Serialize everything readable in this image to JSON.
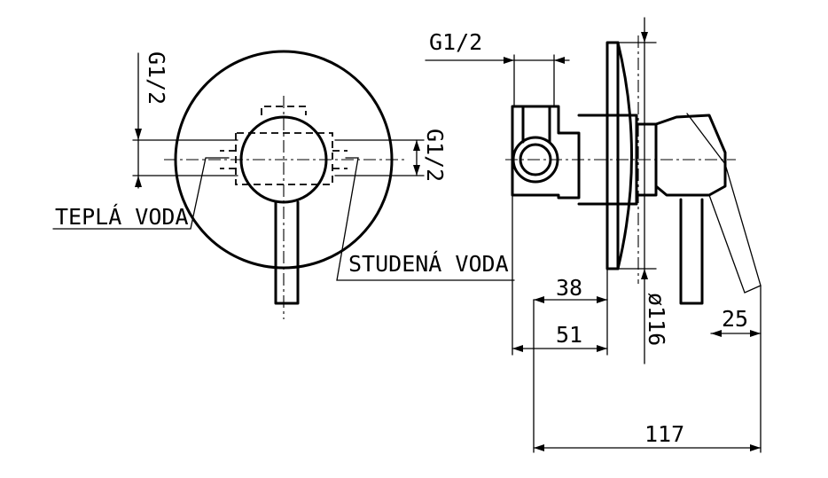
{
  "labels": {
    "warm_water": "TEPLÁ VODA",
    "cold_water": "STUDENÁ VODA"
  },
  "dimensions": {
    "thread_front_top": "G1/2",
    "thread_front_right": "G1/2",
    "thread_side_top": "G1/2",
    "depth_38": "38",
    "depth_51": "51",
    "diameter_116": "ø116",
    "lever_25": "25",
    "overall_117": "117"
  }
}
